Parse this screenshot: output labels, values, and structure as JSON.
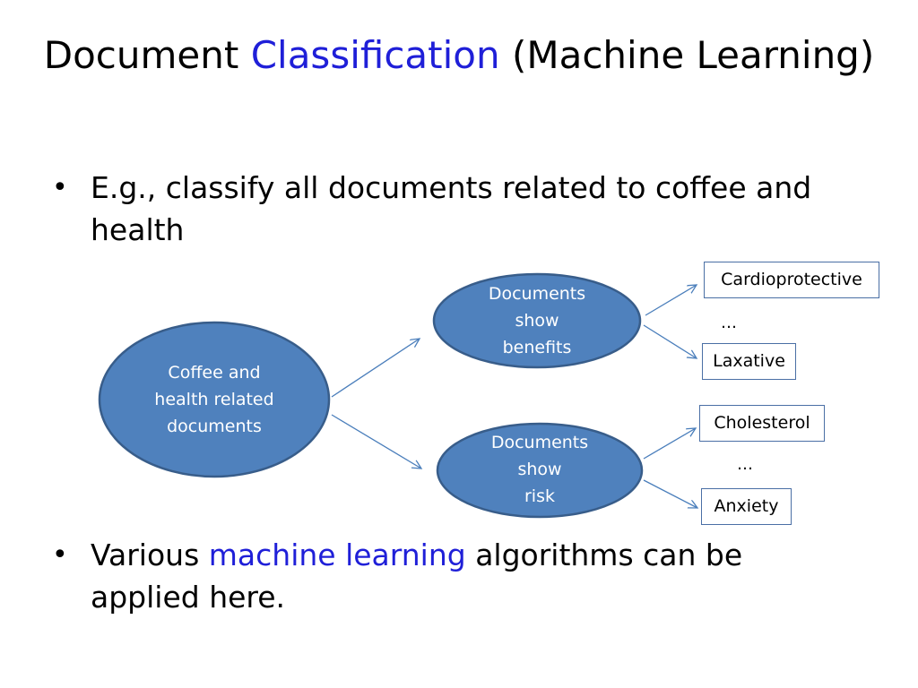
{
  "title": {
    "part1": "Document ",
    "highlight": "Classification",
    "part2": " (Machine Learning)"
  },
  "bullets": [
    {
      "symbol": "•",
      "text": "E.g., classify all documents related to coffee and health"
    },
    {
      "symbol": "•",
      "pre": "Various ",
      "highlight": "machine learning",
      "post": " algorithms can be applied here."
    }
  ],
  "diagram": {
    "root": "Coffee and\nhealth related\ndocuments",
    "benefits": "Documents\nshow\nbenefits",
    "risk": "Documents\nshow\nrisk",
    "leaves": {
      "cardioprotective": "Cardioprotective",
      "laxative": "Laxative",
      "cholesterol": "Cholesterol",
      "anxiety": "Anxiety",
      "ellipsis_top": "…",
      "ellipsis_bottom": "…"
    }
  },
  "colors": {
    "accent": "#1f1fd8",
    "node_fill": "#4f81bd",
    "node_stroke": "#385d8a",
    "arrow": "#4a7ebb"
  }
}
